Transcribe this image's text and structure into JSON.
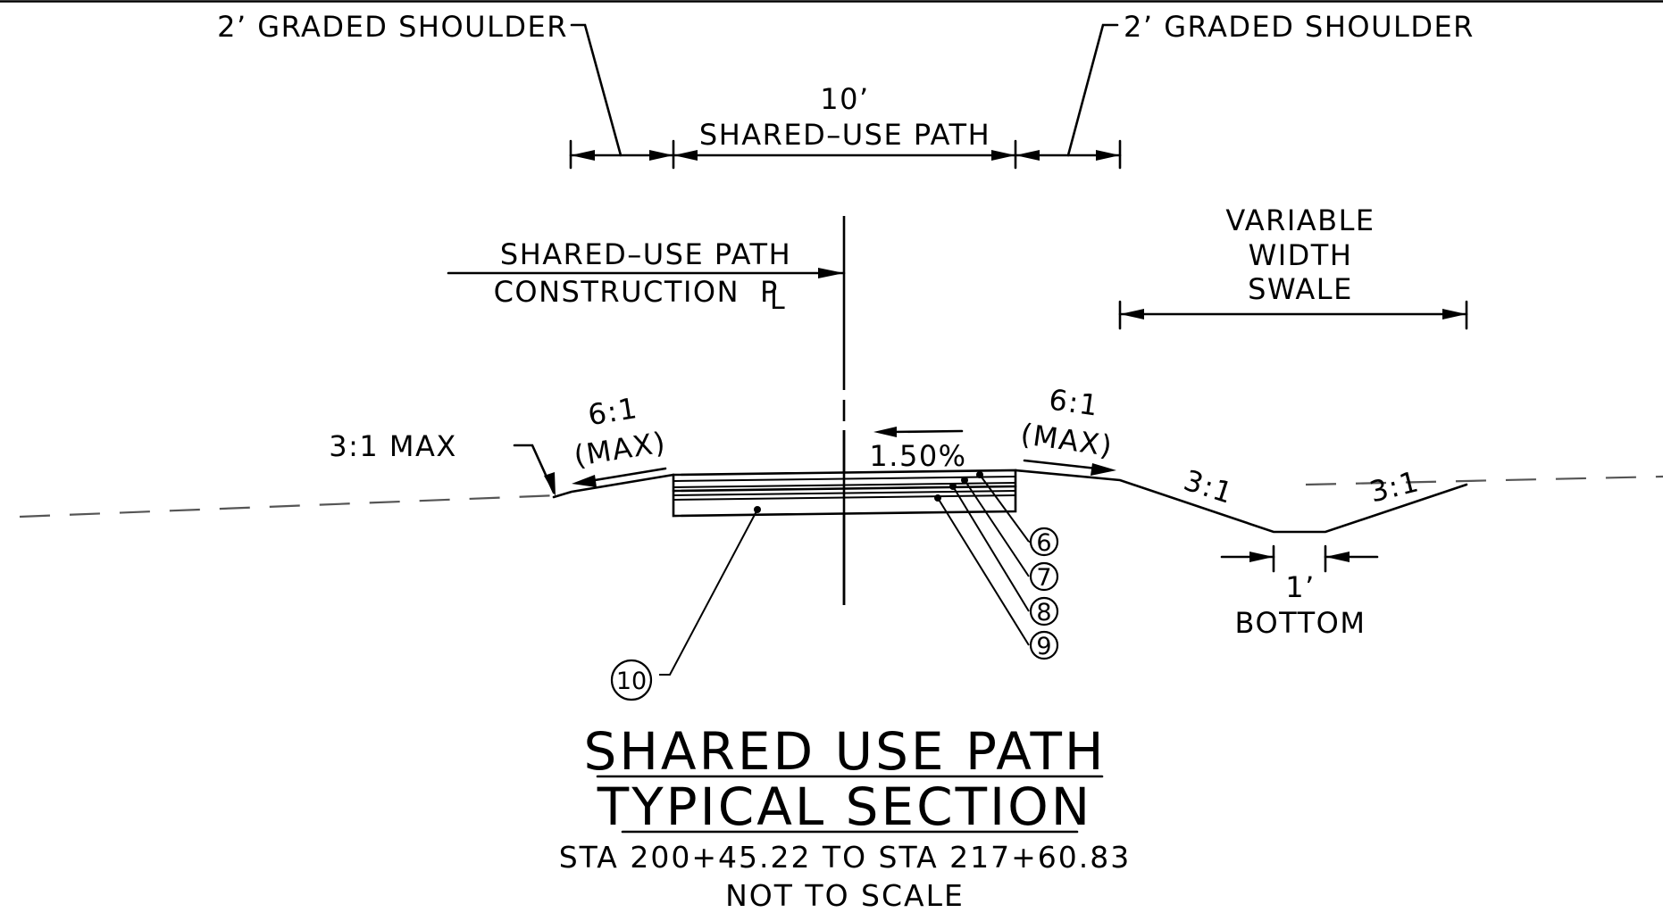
{
  "labels": {
    "left_shoulder": "2’ GRADED SHOULDER",
    "right_shoulder": "2’ GRADED SHOULDER",
    "path_width": "10’",
    "path_name": "SHARED–USE PATH",
    "construction_line_1": "SHARED–USE PATH",
    "construction_line_2": "CONSTRUCTION",
    "swale_line_1": "VARIABLE",
    "swale_line_2": "WIDTH",
    "swale_line_3": "SWALE",
    "left_slope_ratio": "6:1",
    "left_slope_max": "(MAX)",
    "left_fill_slope": "3:1 MAX",
    "cross_slope": "1.50%",
    "right_slope_ratio": "6:1",
    "right_slope_max": "(MAX)",
    "swale_left_slope": "3:1",
    "swale_right_slope": "3:1",
    "swale_bottom_width": "1’",
    "swale_bottom": "BOTTOM"
  },
  "callouts": [
    "6",
    "7",
    "8",
    "9",
    "10"
  ],
  "title": {
    "line1": "SHARED USE PATH",
    "line2": "TYPICAL SECTION",
    "stations": "STA 200+45.22 TO STA 217+60.83",
    "scale_note": "NOT TO SCALE"
  }
}
